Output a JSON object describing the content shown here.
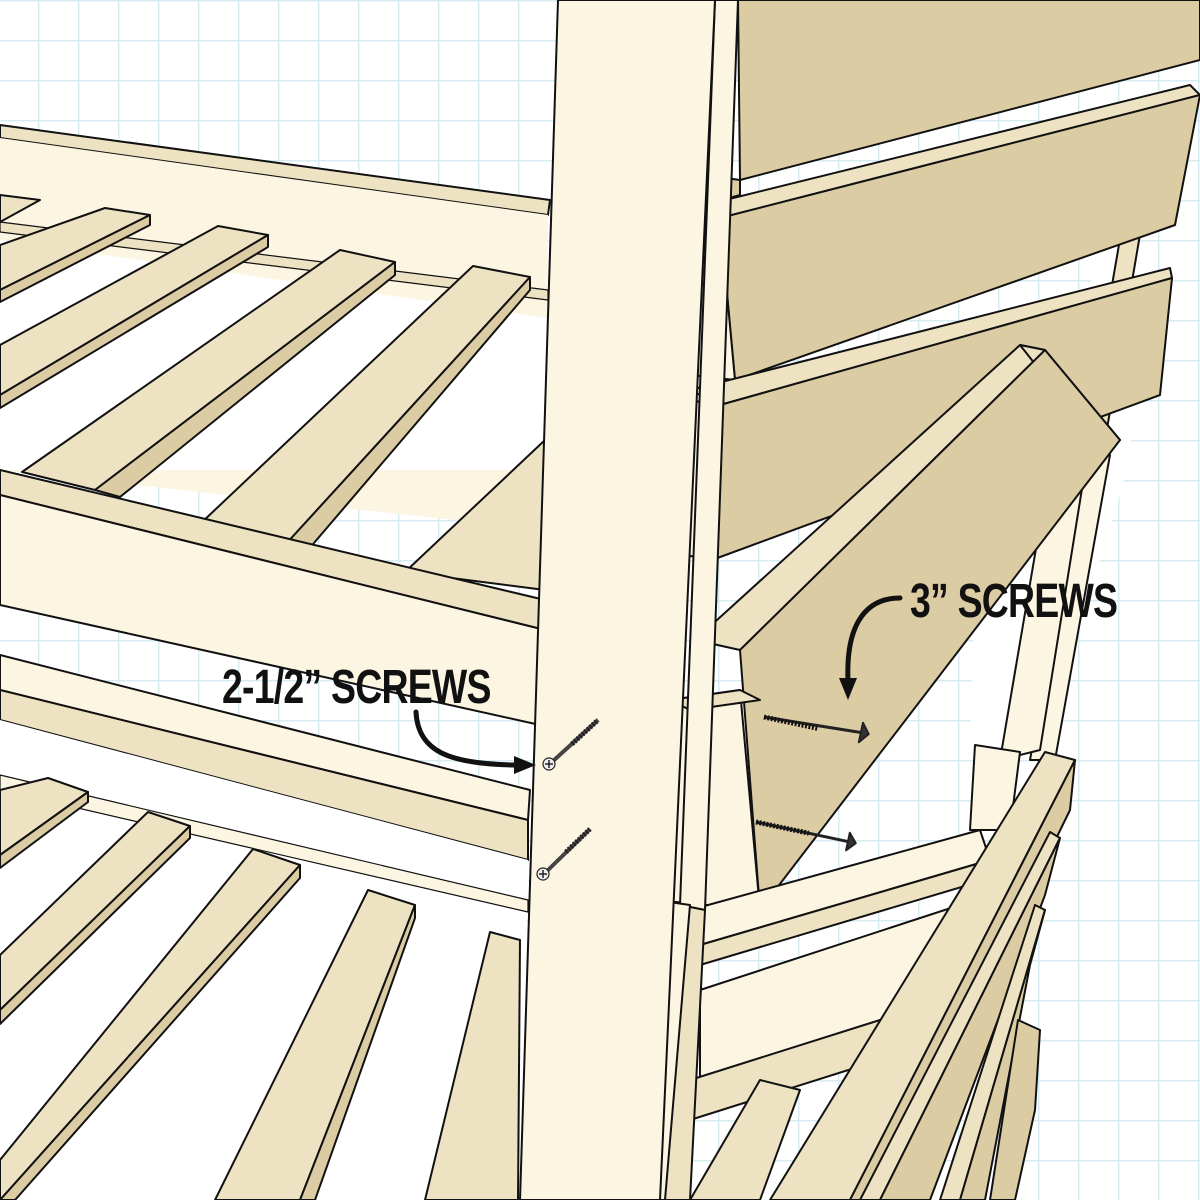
{
  "diagram": {
    "subject": "Bunk bed corner assembly — bed frame rails, slats, post and guard rails",
    "colors": {
      "grid_line": "#d6ecf2",
      "wood_light": "#fcf5e2",
      "wood_mid": "#ede2c2",
      "wood_dark": "#dccca4",
      "outline": "#111111",
      "screw": "#2a2a2a"
    },
    "callouts": [
      {
        "id": "callout-2-5-inch",
        "text": "2-1/2” SCREWS",
        "points_to": "two screws into front post from bed rail",
        "screw_count": 2
      },
      {
        "id": "callout-3-inch",
        "text": "3” SCREWS",
        "points_to": "two screws through guard rail end block",
        "screw_count": 2
      }
    ]
  }
}
